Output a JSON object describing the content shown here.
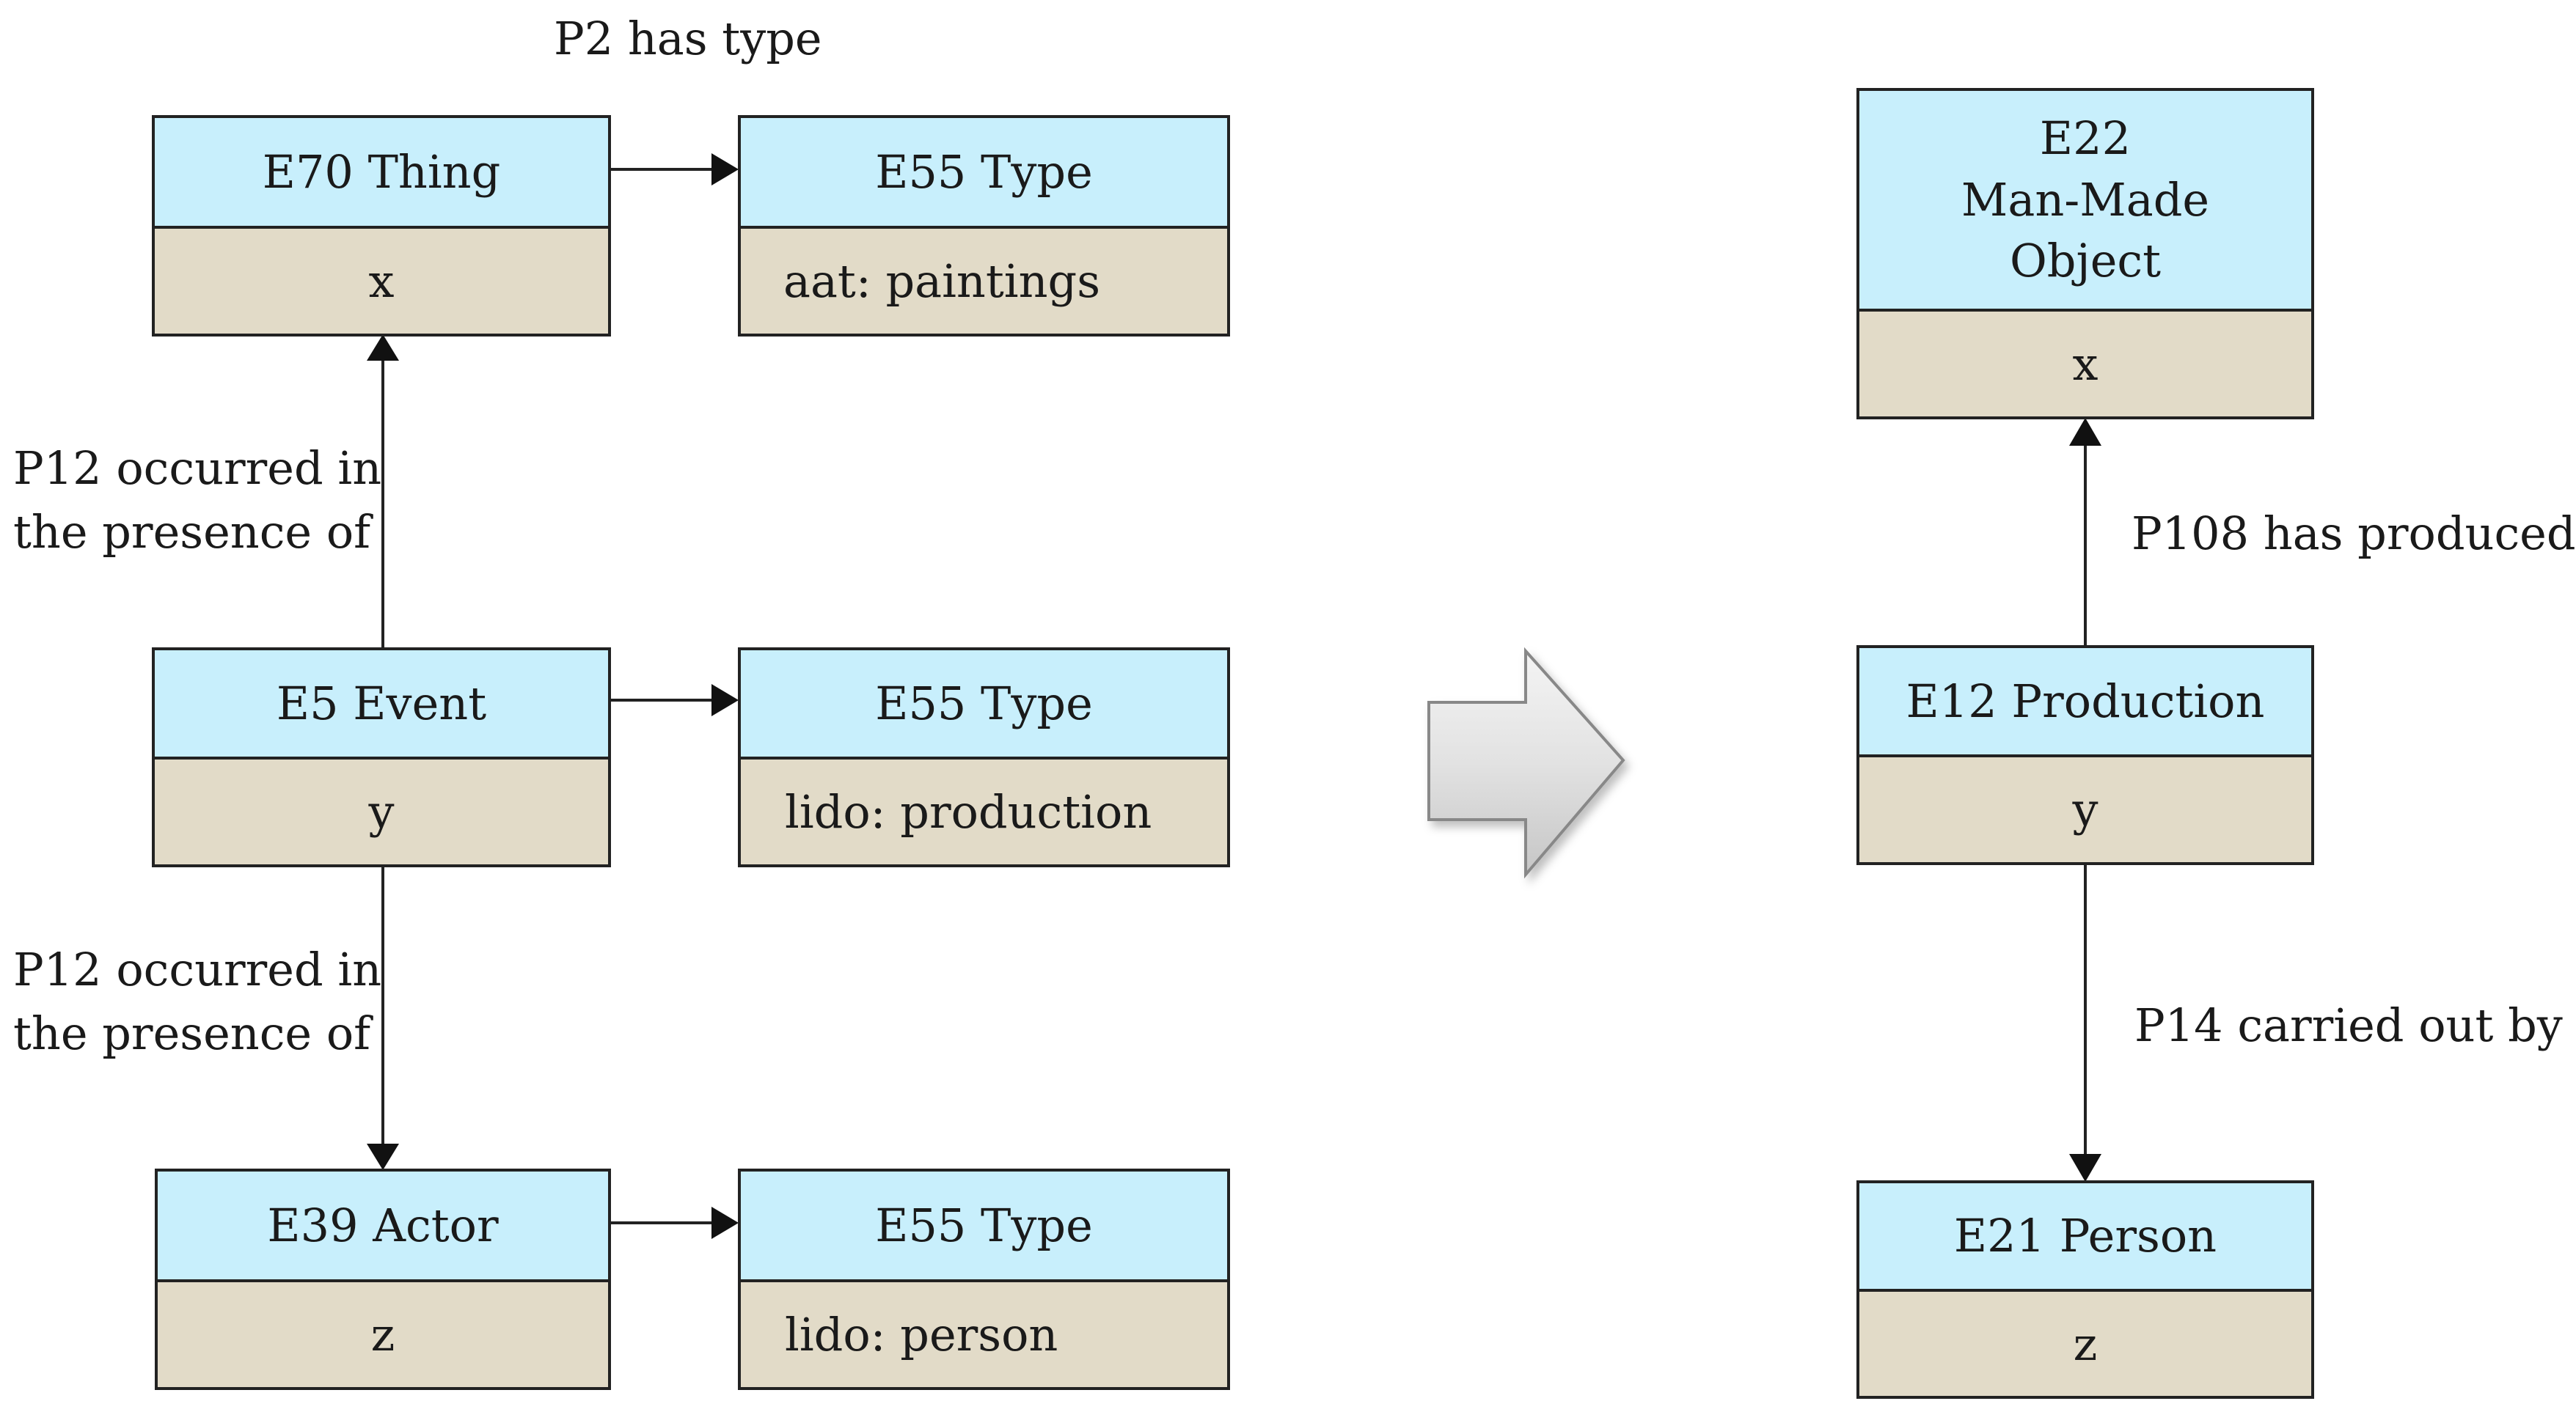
{
  "left": {
    "top_row": {
      "class_label": "E70 Thing",
      "class_value": "x",
      "type_label": "E55 Type",
      "type_value": "aat: paintings",
      "edge_label": "P2 has type"
    },
    "middle_row": {
      "class_label": "E5 Event",
      "class_value": "y",
      "type_label": "E55 Type",
      "type_value": "lido: production"
    },
    "bottom_row": {
      "class_label": "E39 Actor",
      "class_value": "z",
      "type_label": "E55 Type",
      "type_value": "lido: person"
    },
    "edge_upper": {
      "line1": "P12 occurred in",
      "line2": "the presence of"
    },
    "edge_lower": {
      "line1": "P12 occurred in",
      "line2": "the presence of"
    }
  },
  "right": {
    "object": {
      "line1": "E22",
      "line2": "Man-Made",
      "line3": "Object",
      "value": "x"
    },
    "production": {
      "label": "E12 Production",
      "value": "y"
    },
    "person": {
      "label": "E21 Person",
      "value": "z"
    },
    "edge_produced": "P108 has produced",
    "edge_carried": "P14 carried out by"
  },
  "colors": {
    "header_fill": "#c8effc",
    "body_fill": "#e2dbc8",
    "stroke": "#222222",
    "arrow_fill": "#e6e6e6"
  }
}
